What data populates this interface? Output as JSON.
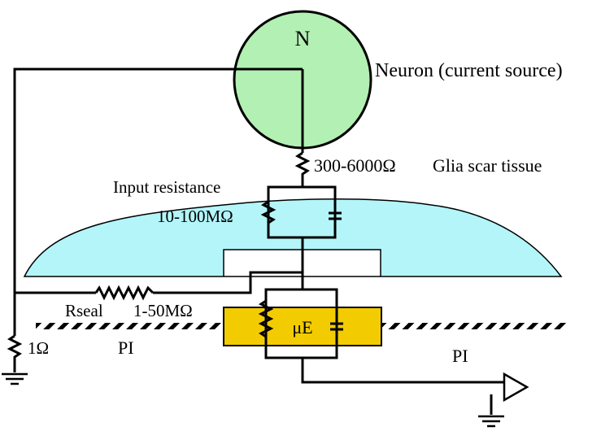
{
  "labels": {
    "neuron_letter": "N",
    "neuron": "Neuron (current source)",
    "glia_resistance": "300-6000Ω",
    "glia": "Glia scar tissue",
    "input_resistance": "Input resistance",
    "input_value": "10-100MΩ",
    "rseal": "Rseal",
    "rseal_value": "1-50MΩ",
    "ground_resistor": "1Ω",
    "pi_left": "PI",
    "pi_right": "PI",
    "electrode": "μE"
  },
  "colors": {
    "neuron_fill": "#b3f0b3",
    "tissue_fill": "#b3f5f8",
    "electrode_fill": "#f2cc00",
    "stroke": "#000000"
  }
}
